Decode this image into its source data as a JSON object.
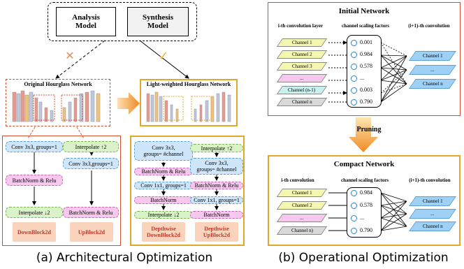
{
  "top": {
    "analysis": "Analysis\nModel",
    "synthesis": "Synthesis\nModel",
    "cross": "✕",
    "check": "✓"
  },
  "original": {
    "title": "Original Hourglass Network"
  },
  "light": {
    "title": "Light-weighted Hourglass Network"
  },
  "down_block": {
    "b1": "Conv 3x3, groups=1",
    "b2": "BatchNorm & Relu",
    "b3": "Interpolate ↓2",
    "label": "DownBlock2d"
  },
  "up_block": {
    "b1": "Interpolate ↑2",
    "b2": "Conv 3x3,groups=1",
    "b3": "BatchNorm & Relu",
    "label": "UpBlock2d"
  },
  "dw_down": {
    "b1": "Conv 3x3,\ngroups= #channel",
    "b2": "BatchNorm & Relu",
    "b3": "Conv 1x1, groups=1",
    "b4": "BatchNorm",
    "b5": "Interpolate ↓2",
    "label": "Depthwise\nDownBlock2d"
  },
  "dw_up": {
    "b1": "Interpolate ↑2",
    "b2": "Conv 3x3,\ngroups= #channel",
    "b3": "BatchNorm & Relu",
    "b4": "Conv 1x1, groups=1",
    "b5": "BatchNorm",
    "label": "Depthwise\nUpBlock2d"
  },
  "initial": {
    "title": "Initial Network",
    "col1": "i-th convolution layer",
    "col2": "channel scaling factors",
    "col3": "(i+1)-th convolution",
    "channels": [
      "Channel 1",
      "Channel 2",
      "Channel 3",
      "...",
      "Channel (n-1)",
      "Channel n"
    ],
    "channel_colors": [
      "#f4f7b0",
      "#f4f7b0",
      "#f4f7b0",
      "#f6c8ee",
      "#c9f2ee",
      "#d9d9d9"
    ],
    "factors": [
      "0.001",
      "0.984",
      "0.578",
      "...",
      "0.003",
      "0.790"
    ],
    "out": [
      "Channel 1",
      "...",
      "Channel n"
    ]
  },
  "pruning": "Pruning",
  "compact": {
    "title": "Compact Network",
    "col1": "i-th convolution",
    "col2": "channel scaling factors",
    "col3": "(i+1)-th convolution",
    "channels": [
      "Channel 1",
      "Channel 2",
      "...",
      "Channel n)"
    ],
    "channel_colors": [
      "#f4f7b0",
      "#f4f7b0",
      "#f6c8ee",
      "#d9d9d9"
    ],
    "factors": [
      "0.984",
      "0.578",
      "...",
      "0.790"
    ],
    "out": [
      "Channel 1",
      "...",
      "Channel n"
    ]
  },
  "captions": {
    "a": "(a) Architectural Optimization",
    "b": "(b) Operational Optimization"
  },
  "colors": {
    "red": "#d0502e",
    "gold": "#e4a72a",
    "blue": "#5a9fd6",
    "pink": "#c46bb5",
    "green": "#7ab356"
  }
}
